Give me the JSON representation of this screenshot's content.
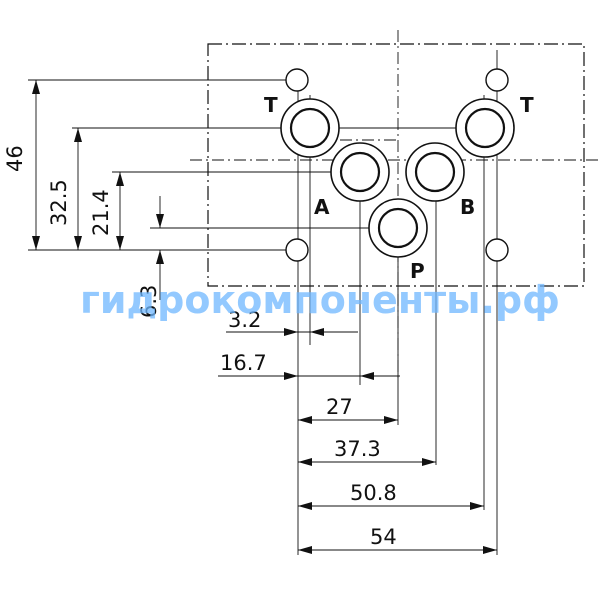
{
  "diagram": {
    "ports": {
      "t_left": "T",
      "t_right": "T",
      "a": "A",
      "b": "B",
      "p": "P"
    },
    "dimensions": {
      "vertical": {
        "d46": "46",
        "d32_5": "32.5",
        "d21_4": "21.4",
        "d6_3": "6.3"
      },
      "horizontal": {
        "d3_2": "3.2",
        "d16_7": "16.7",
        "d27": "27",
        "d37_3": "37.3",
        "d50_8": "50.8",
        "d54": "54"
      }
    },
    "watermark": "гидрокомпоненты.рф"
  }
}
